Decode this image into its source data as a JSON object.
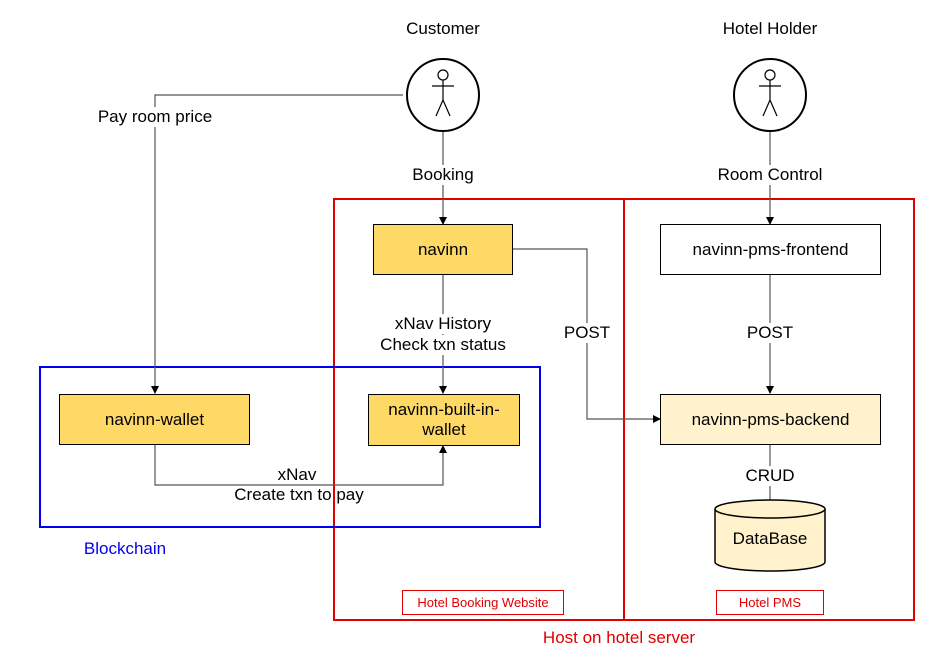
{
  "actors": {
    "customer": "Customer",
    "hotel_holder": "Hotel Holder"
  },
  "edges": {
    "pay_room_price": "Pay room price",
    "booking": "Booking",
    "room_control": "Room Control",
    "xnav_history": "xNav History",
    "check_txn_status": "Check txn status",
    "post_left": "POST",
    "post_right": "POST",
    "xnav": "xNav",
    "create_txn": "Create txn to pay",
    "crud": "CRUD"
  },
  "nodes": {
    "navinn": "navinn",
    "navinn_wallet": "navinn-wallet",
    "builtin_wallet_line1": "navinn-built-in-",
    "builtin_wallet_line2": "wallet",
    "pms_frontend": "navinn-pms-frontend",
    "pms_backend": "navinn-pms-backend",
    "database": "DataBase"
  },
  "groups": {
    "blockchain": "Blockchain",
    "hotel_booking_website": "Hotel Booking Website",
    "hotel_pms": "Hotel PMS",
    "host_on_hotel_server": "Host on hotel server"
  },
  "colors": {
    "blockchain": "#0000ee",
    "server": "#e00000",
    "node_yellow": "#ffd966",
    "node_cream": "#fff2cc"
  }
}
